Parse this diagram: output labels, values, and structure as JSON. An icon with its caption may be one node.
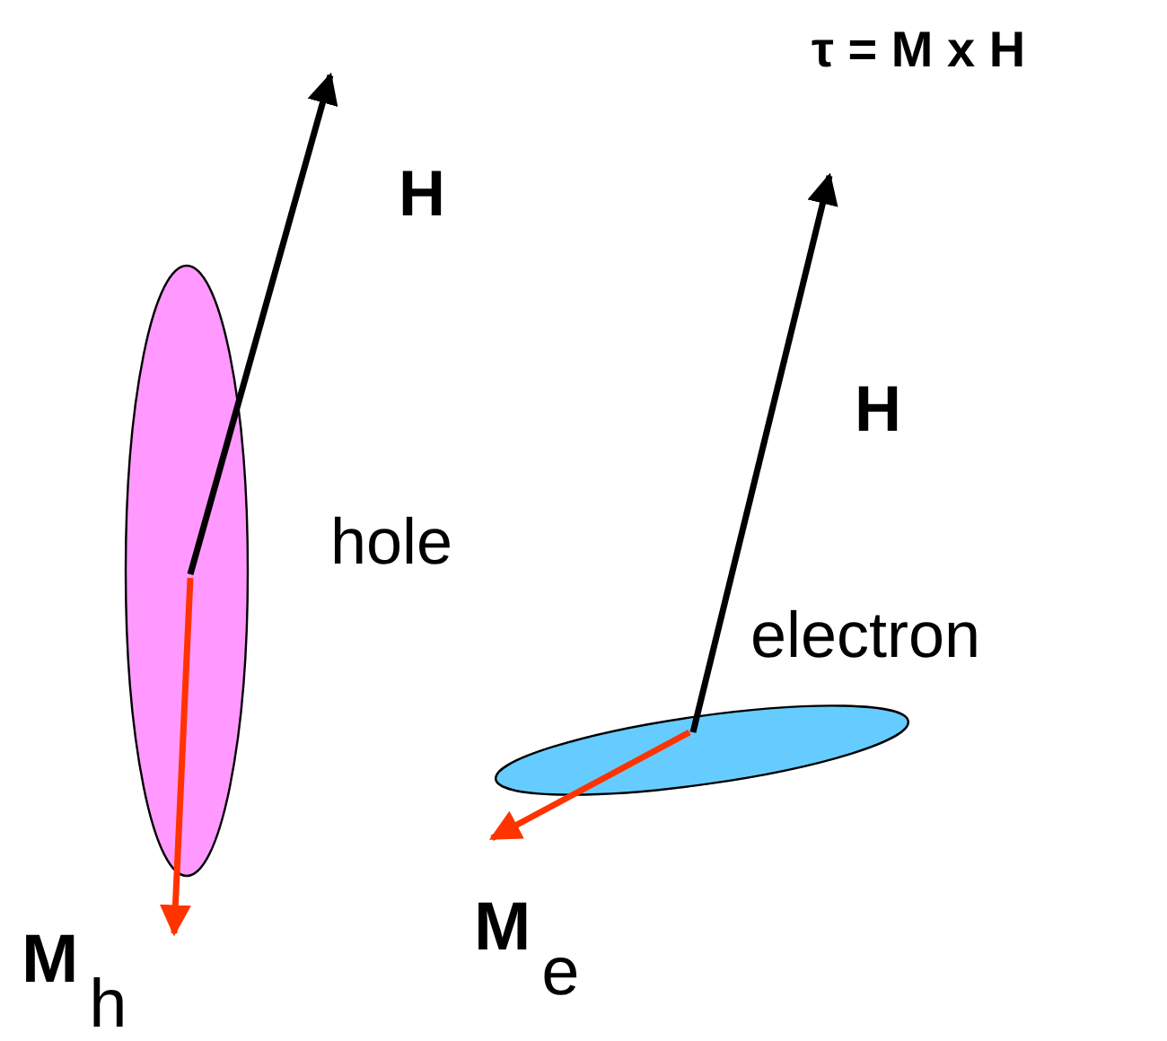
{
  "diagram": {
    "labels": [
      "τ = **M** x **H**",
      "H",
      "H",
      "hole",
      "electron",
      "**M**$_{h}$",
      "**M**$_{e}$"
    ]
  }
}
